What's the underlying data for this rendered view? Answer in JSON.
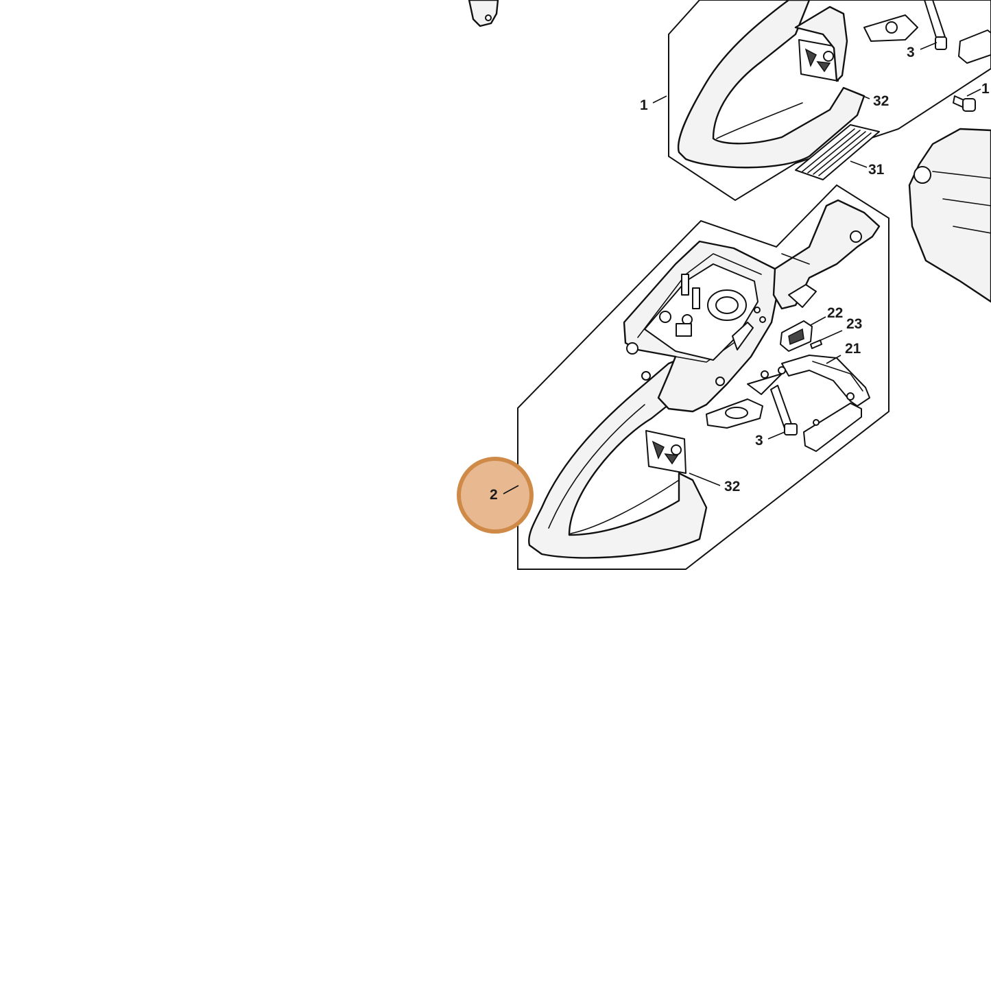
{
  "diagram": {
    "labels": {
      "upper_housing": "1",
      "upper_screw": "1",
      "upper_rubber_mount": "3",
      "upper_pictogram": "32",
      "upper_grip_strip": "31",
      "lower_housing": "2",
      "lower_cover": "22",
      "lower_screw": "23",
      "lower_clamp_strap": "21",
      "lower_rubber_mount": "3",
      "lower_pictogram": "32"
    },
    "highlight": {
      "color": "#d08a48",
      "fill": "#e8b890",
      "target": "2"
    },
    "colors": {
      "line": "#111111",
      "background": "#ffffff"
    }
  }
}
